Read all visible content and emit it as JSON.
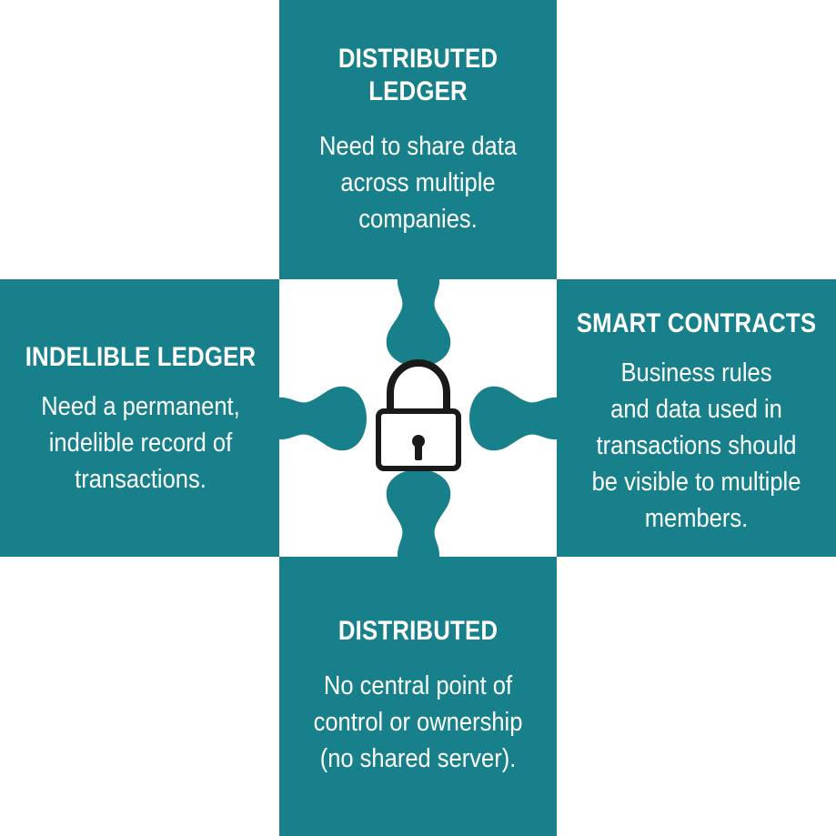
{
  "colors": {
    "panel": "#17808a",
    "background": "#ffffff",
    "text": "#ffffff",
    "icon": "#1a1a1a"
  },
  "center": {
    "icon": "padlock-icon"
  },
  "panels": {
    "top": {
      "title_lines": [
        "DISTRIBUTED",
        "LEDGER"
      ],
      "desc_lines": [
        "Need to share data",
        "across multiple",
        "companies."
      ]
    },
    "left": {
      "title_lines": [
        "INDELIBLE LEDGER"
      ],
      "desc_lines": [
        "Need a permanent,",
        "indelible record of",
        "transactions."
      ]
    },
    "right": {
      "title_lines": [
        "SMART CONTRACTS"
      ],
      "desc_lines": [
        "Business rules",
        "and data used in",
        "transactions should",
        "be visible to multiple",
        "members."
      ]
    },
    "bottom": {
      "title_lines": [
        "DISTRIBUTED"
      ],
      "desc_lines": [
        "No central point of",
        "control or ownership",
        "(no shared server)."
      ]
    }
  }
}
